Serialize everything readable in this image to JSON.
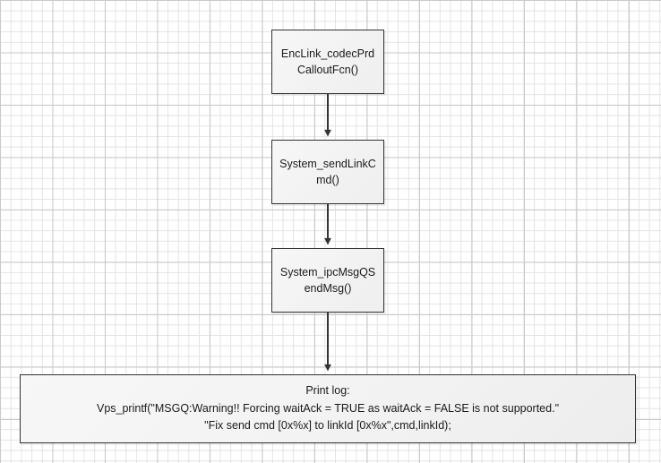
{
  "diagram": {
    "type": "flowchart",
    "orientation": "vertical-top-down",
    "background": "grid-paper",
    "colors": {
      "node_border": "#333333",
      "node_fill": "#f2f2f2",
      "connector": "#333333",
      "grid_minor": "#e3e3e3",
      "grid_major": "#c9c9c9",
      "text": "#1a1a1a"
    },
    "nodes": [
      {
        "id": "enclink",
        "label": "EncLink_codecPrdCalloutFcn()",
        "shape": "rectangle"
      },
      {
        "id": "sendlink",
        "label": "System_sendLinkCmd()",
        "shape": "rectangle"
      },
      {
        "id": "ipcmsgq",
        "label": "System_ipcMsgQSendMsg()",
        "shape": "rectangle"
      }
    ],
    "print_log": {
      "title": "Print log:",
      "line1": "Vps_printf(\"MSGQ:Warning!! Forcing waitAck = TRUE as waitAck = FALSE is not supported.\"",
      "line2": "\"Fix send cmd [0x%x] to linkId [0x%x\",cmd,linkId);"
    },
    "edges": [
      {
        "id": "edge-1",
        "from": "enclink",
        "to": "sendlink",
        "arrow": "arrowhead-down-icon"
      },
      {
        "id": "edge-2",
        "from": "sendlink",
        "to": "ipcmsgq",
        "arrow": "arrowhead-down-icon"
      },
      {
        "id": "edge-3",
        "from": "ipcmsgq",
        "to": "printlog",
        "arrow": "arrowhead-down-icon"
      }
    ]
  }
}
